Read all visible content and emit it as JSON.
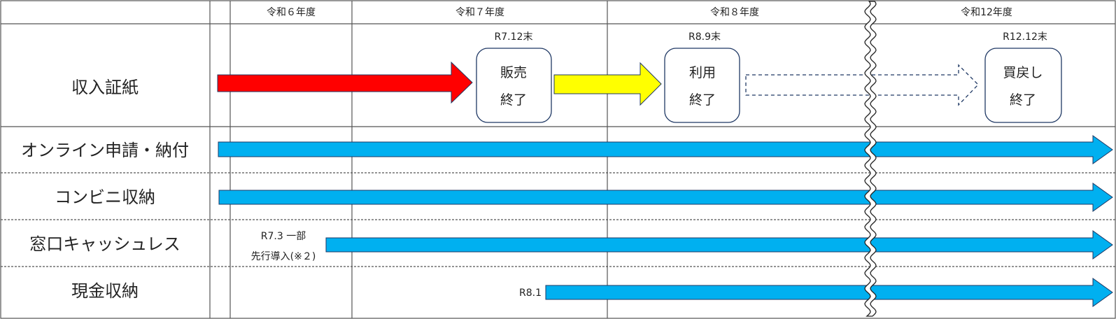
{
  "columns": [
    {
      "label": "令和６年度"
    },
    {
      "label": "令和７年度"
    },
    {
      "label": "令和８年度"
    },
    {
      "label": "令和12年度"
    }
  ],
  "rows": [
    {
      "label": "収入証紙"
    },
    {
      "label": "オンライン申請・納付"
    },
    {
      "label": "コンビニ収納"
    },
    {
      "label": "窓口キャッシュレス"
    },
    {
      "label": "現金収納"
    }
  ],
  "milestones": [
    {
      "date": "R7.12末",
      "line1": "販売",
      "line2": "終了"
    },
    {
      "date": "R8.9末",
      "line1": "利用",
      "line2": "終了"
    },
    {
      "date": "R12.12末",
      "line1": "買戻し",
      "line2": "終了"
    }
  ],
  "annotations": {
    "cashless_line1": "R7.3 一部",
    "cashless_line2": "先行導入(※２)",
    "cash_start": "R8.1"
  },
  "colors": {
    "red": "#ff0000",
    "yellow": "#ffff00",
    "blue": "#00b0f0",
    "border": "#1f3864",
    "grid": "#555555"
  }
}
